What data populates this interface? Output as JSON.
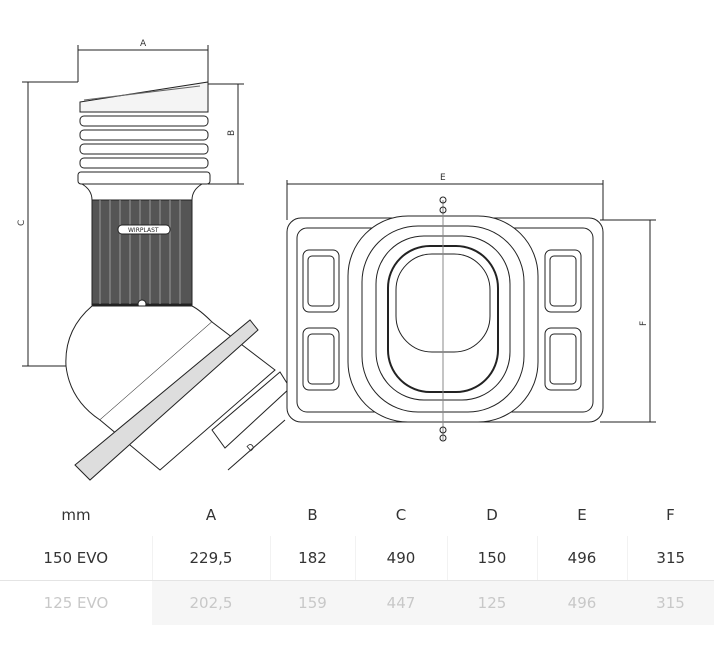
{
  "drawing": {
    "dimension_labels": {
      "a": "A",
      "b": "B",
      "c": "C",
      "d": "D",
      "e": "E",
      "f": "F"
    },
    "logo_text": "WIRPLAST"
  },
  "table": {
    "headers": [
      "mm",
      "A",
      "B",
      "C",
      "D",
      "E",
      "F"
    ],
    "rows": [
      [
        "150 EVO",
        "229,5",
        "182",
        "490",
        "150",
        "496",
        "315"
      ],
      [
        "125 EVO",
        "202,5",
        "159",
        "447",
        "125",
        "496",
        "315"
      ]
    ]
  }
}
